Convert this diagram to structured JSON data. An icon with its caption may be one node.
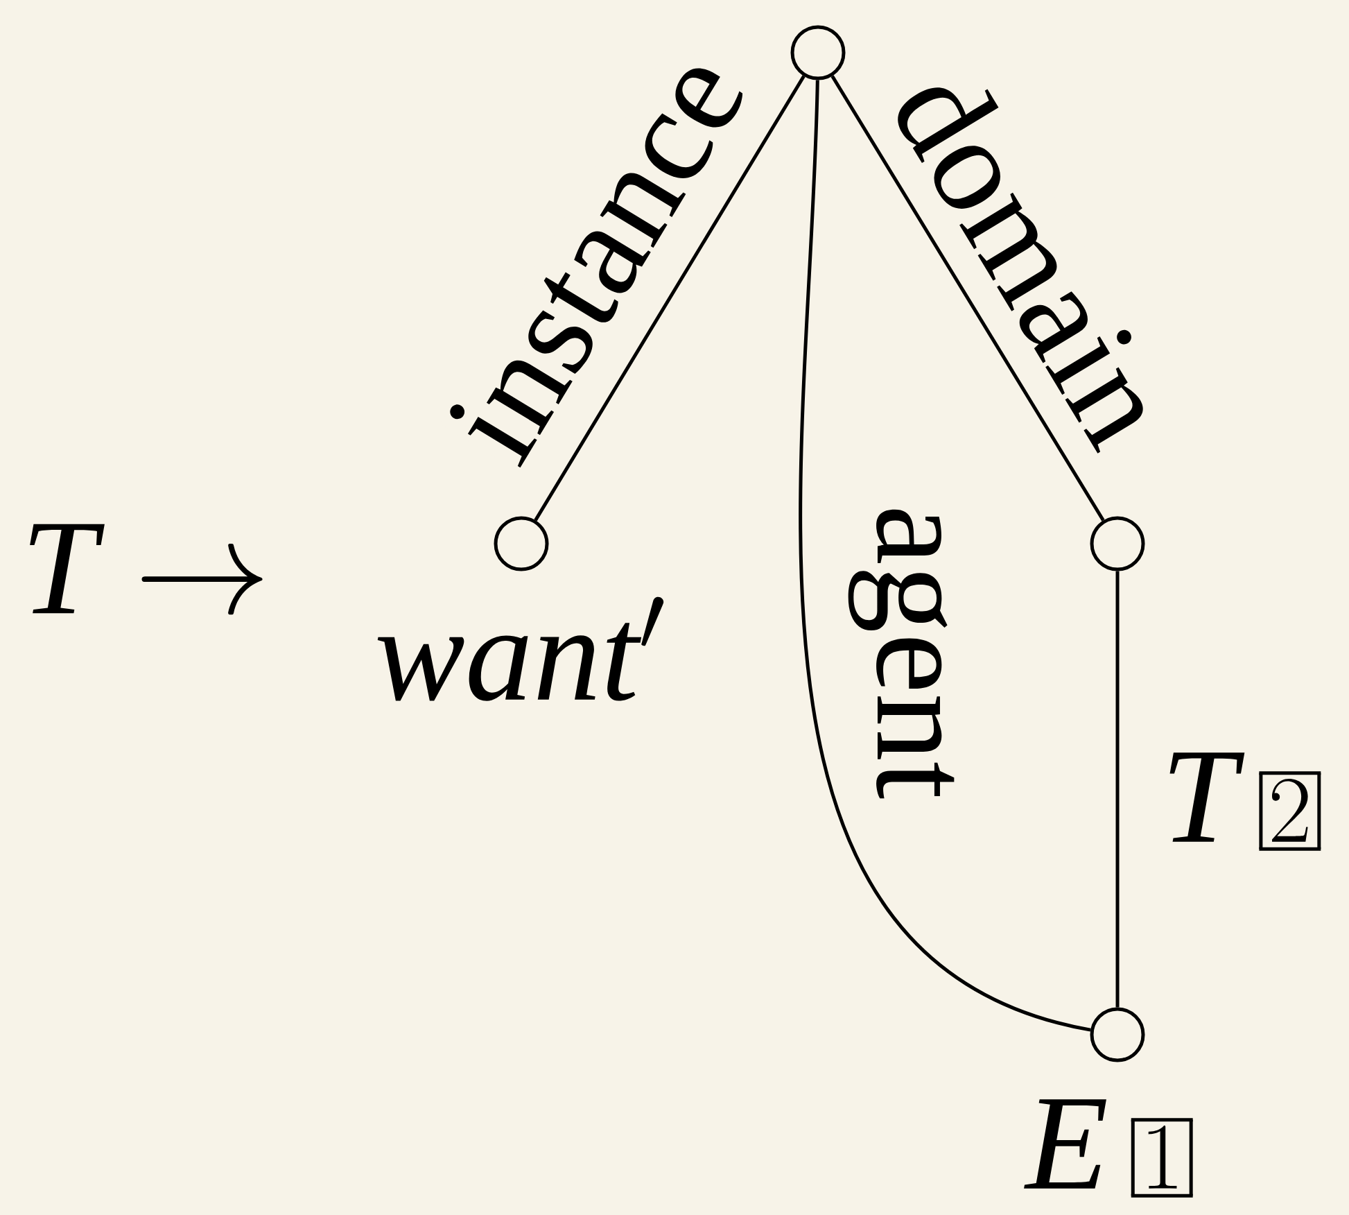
{
  "diagram": {
    "nodes": [
      {
        "text": [],
        "shape": "circle"
      },
      {
        "text": [],
        "shape": "circle",
        "beside": [
          "\\mathit{want}'"
        ]
      },
      {
        "text": [],
        "shape": "circle"
      },
      {
        "text": [],
        "shape": "circle",
        "beside": [
          "\\mathit{E}\\,\\boxed{\\scriptstyle 1}"
        ]
      }
    ],
    "edges": [
      {
        "from": 0,
        "to": 1,
        "arrow": "none",
        "label": "instance"
      },
      {
        "from": 0,
        "to": 2,
        "arrow": "none",
        "label": "domain"
      },
      {
        "from": 0,
        "to": 3,
        "arrow": "none",
        "label": "agent"
      },
      {
        "from": 2,
        "to": 3,
        "arrow": "none",
        "label": "\\mathit{T}\\,\\boxed{\\scriptstyle 2}"
      }
    ],
    "labels": [
      "\\mathit{T}\\rightarrow"
    ]
  }
}
